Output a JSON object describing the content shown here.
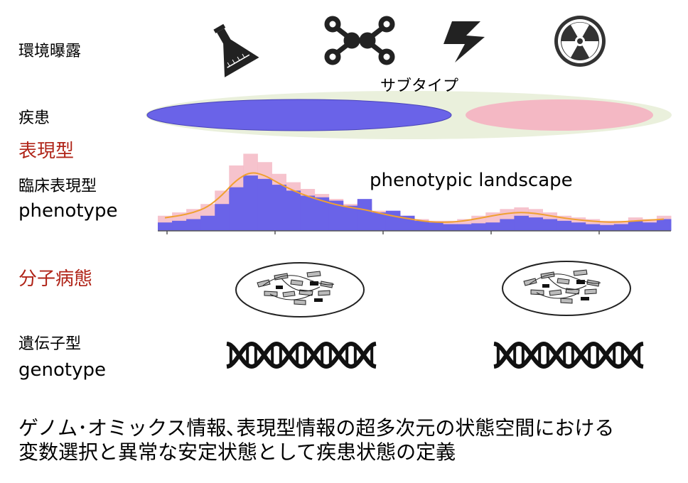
{
  "labels": {
    "exposure": "環境曝露",
    "disease": "疾患",
    "subtype": "サブタイプ",
    "phenotype_heading": "表現型",
    "clinical_phenotype": "臨床表現型",
    "phenotype_en": "phenotype",
    "landscape": "phenotypic landscape",
    "molecular": "分子病態",
    "genotype_ja": "遺伝子型",
    "genotype_en": "genotype"
  },
  "icons": [
    "flask-icon",
    "molecule-icon",
    "lightning-icon",
    "radiation-icon"
  ],
  "colors": {
    "accent_red": "#b02418",
    "blue": "#6a63e8",
    "pink": "#f4b8c4",
    "curve": "#f0a030",
    "outer_ellipse": "#eaf0dc"
  },
  "caption": {
    "line1": "ゲノム･オミックス情報､表現型情報の超多次元の状態空間における",
    "line2": "変数選択と異常な安定状態として疾患状態の定義"
  },
  "chart_data": {
    "type": "bar",
    "series": [
      {
        "values": [
          10,
          12,
          14,
          18,
          32,
          52,
          66,
          62,
          55,
          48,
          42,
          40,
          36,
          30,
          38,
          22,
          24,
          18,
          12,
          10,
          8,
          8,
          9,
          10,
          14,
          18,
          16,
          14,
          12,
          10,
          8,
          7,
          8,
          12,
          10,
          14
        ]
      },
      {
        "values": [
          18,
          22,
          26,
          32,
          48,
          78,
          92,
          82,
          68,
          58,
          50,
          44,
          38,
          32,
          34,
          24,
          22,
          18,
          14,
          12,
          12,
          14,
          18,
          22,
          26,
          28,
          26,
          22,
          18,
          16,
          14,
          12,
          12,
          16,
          14,
          18
        ]
      }
    ],
    "xticks": [
      "",
      "",
      "",
      "",
      ""
    ],
    "density_curve": true
  }
}
